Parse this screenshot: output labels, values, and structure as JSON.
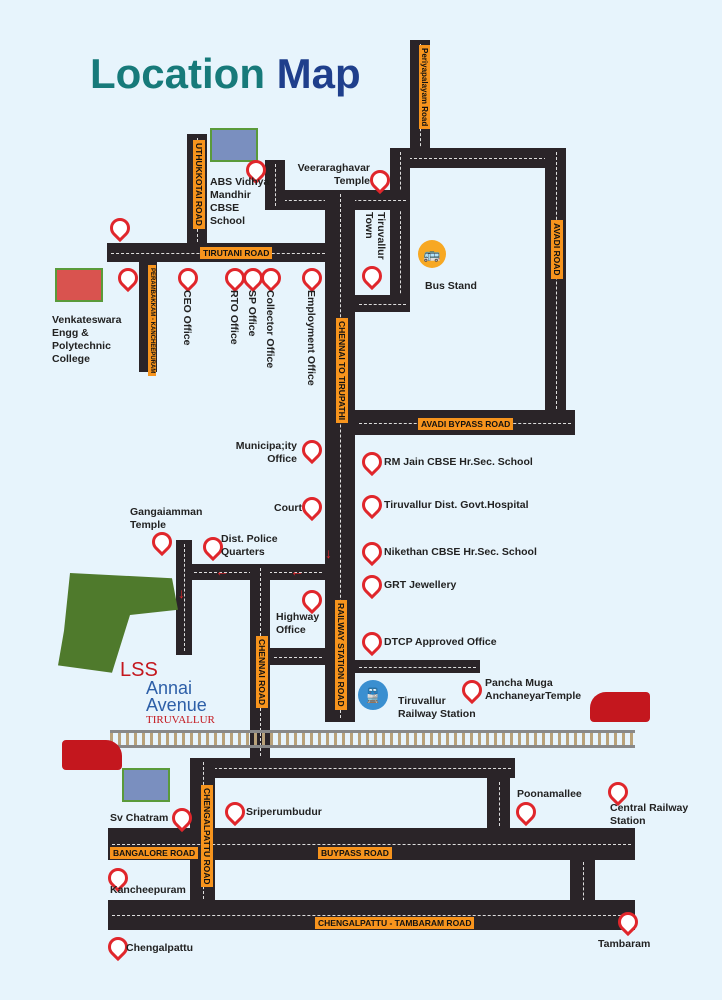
{
  "title": {
    "part1": "Location",
    "part2": "Map"
  },
  "roads": {
    "periyapalayam": "Periyapalayam Road",
    "avadi": "AVADI ROAD",
    "uthukotai": "UTHUKKOTAI ROAD",
    "tirutani": "TIRUTANI ROAD",
    "perambakkam": "PERAMBAKKAM - KANCHEEPURAM",
    "chennai_tirupathi": "CHENNAI TO TIRUPATHI",
    "avadi_bypass": "AVADI BYPASS ROAD",
    "railway_station": "RAILWAY STATION ROAD",
    "chennai": "CHENNAI ROAD",
    "chengalpattu": "CHENGALPATTU ROAD",
    "bangalore": "BANGALORE ROAD",
    "buypass": "BUYPASS ROAD",
    "chengalpattu_tambaram": "CHENGALPATTU - TAMBARAM ROAD"
  },
  "places": {
    "abs": "ABS Vidhya Mandhir CBSE School",
    "veeraraghavar": "Veeraraghavar Temple",
    "tiruvallur_town": "Tiruvallur Town",
    "bus_stand": "Bus Stand",
    "venkateswara": "Venkateswara Engg & Polytechnic College",
    "ceo": "CEO Office",
    "rto": "RTO Office",
    "sp": "SP Office",
    "collector": "Collector Office",
    "employment": "Employment Office",
    "municipality": "Municipa;ity Office",
    "rm_jain": "RM Jain CBSE Hr.Sec. School",
    "court": "Court",
    "hospital": "Tiruvallur Dist. Govt.Hospital",
    "gangaiamman": "Gangaiamman Temple",
    "police": "Dist. Police Quarters",
    "nikethan": "Nikethan CBSE Hr.Sec. School",
    "grt": "GRT Jewellery",
    "highway": "Highway Office",
    "dtcp": "DTCP Approved Office",
    "pancha": "Pancha Muga AnchaneyarTemple",
    "railway": "Tiruvallur Railway Station",
    "sv_chatram": "Sv Chatram",
    "sriperumbudur": "Sriperumbudur",
    "poonamallee": "Poonamallee",
    "central": "Central Railway Station",
    "kancheepuram": "Kancheepuram",
    "tambaram": "Tambaram",
    "chengalpattu": "Chengalpattu"
  },
  "logo": {
    "brand": "LSS",
    "name1": "Annai",
    "name2": "Avenue",
    "city": "TIRUVALLUR"
  }
}
